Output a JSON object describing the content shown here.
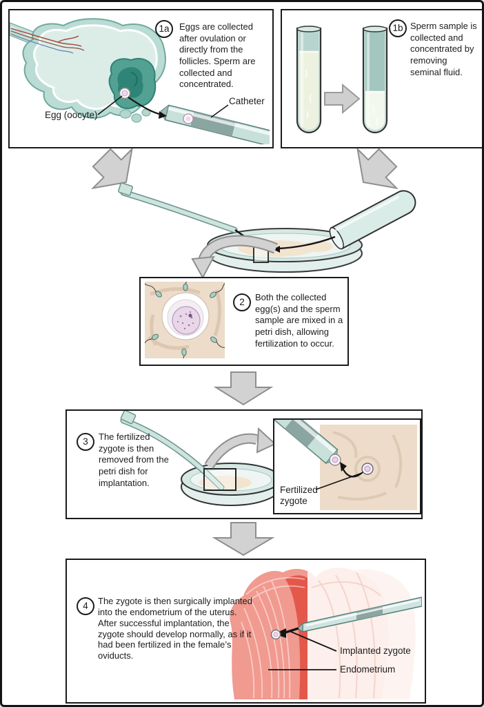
{
  "steps": {
    "s1a": {
      "number": "1a",
      "description": "Eggs are collected after ovulation or directly from the follicles. Sperm are collected and concentrated.",
      "egg_label": "Egg (oocyte)",
      "catheter_label": "Catheter"
    },
    "s1b": {
      "number": "1b",
      "description": "Sperm sample is collected and concentrated by removing seminal fluid."
    },
    "s2": {
      "number": "2",
      "description": "Both the collected egg(s) and the sperm sample are mixed in a petri dish, allowing fertilization to occur."
    },
    "s3": {
      "number": "3",
      "description": "The fertilized zygote is then removed from the petri dish for implantation.",
      "zygote_label": "Fertilized zygote"
    },
    "s4": {
      "number": "4",
      "description": "The zygote is then surgically implanted into the endometrium of the uterus. After successful implantation, the zygote should develop normally, as if it had been fertilized in the female’s oviducts.",
      "zygote_label": "Implanted zygote",
      "endometrium_label": "Endometrium"
    }
  },
  "colors": {
    "teal_light": "#badcd4",
    "teal_dark": "#2e8577",
    "uterus_red": "#e4584c",
    "salmon": "#f19a90",
    "arrow_gray": "#d2d2d2",
    "tan": "#ecdcc9"
  }
}
